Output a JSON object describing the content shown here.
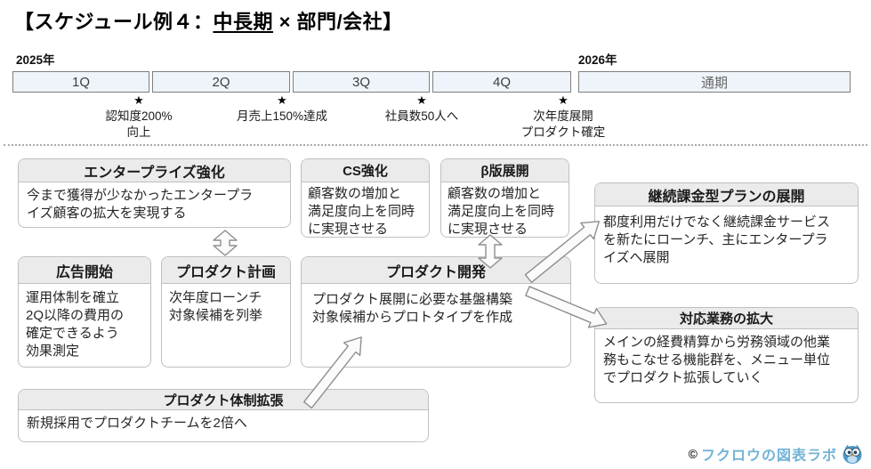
{
  "title": {
    "prefix": "【スケジュール例４：",
    "underlined": "中長期",
    "suffix": " × 部門/会社】"
  },
  "timeline": {
    "year_left": "2025年",
    "year_right": "2026年",
    "quarters": [
      {
        "label": "1Q"
      },
      {
        "label": "2Q"
      },
      {
        "label": "3Q"
      },
      {
        "label": "4Q"
      },
      {
        "label": "通期"
      }
    ]
  },
  "milestones": [
    {
      "star": "★",
      "label": "認知度200%\n向上"
    },
    {
      "star": "★",
      "label": "月売上150%達成"
    },
    {
      "star": "★",
      "label": "社員数50人へ"
    },
    {
      "star": "★",
      "label": "次年度展開\nプロダクト確定"
    }
  ],
  "boxes": {
    "enterprise": {
      "title": "エンタープライズ強化",
      "body": "今まで獲得が少なかったエンタープラ\nイズ顧客の拡大を実現する"
    },
    "cs": {
      "title": "CS強化",
      "body": "顧客数の増加と\n満足度向上を同時\nに実現させる"
    },
    "beta": {
      "title": "β版展開",
      "body": "顧客数の増加と\n満足度向上を同時\nに実現させる"
    },
    "subscription": {
      "title": "継続課金型プランの展開",
      "body": "都度利用だけでなく継続課金サービス\nを新たにローンチ、主にエンタープラ\nイズへ展開"
    },
    "ads": {
      "title": "広告開始",
      "body": "運用体制を確立\n2Q以降の費用の\n確定できるよう\n効果測定"
    },
    "plan": {
      "title": "プロダクト計画",
      "body": "次年度ローンチ\n対象候補を列挙"
    },
    "dev": {
      "title": "プロダクト開発",
      "body": "プロダクト展開に必要な基盤構築\n対象候補からプロトタイプを作成"
    },
    "expansion": {
      "title": "対応業務の拡大",
      "body": "メインの経費精算から労務領域の他業\n務もこなせる機能群を、メニュー単位\nでプロダクト拡張していく"
    },
    "team": {
      "title": "プロダクト体制拡張",
      "body": "新規採用でプロダクトチームを2倍へ"
    }
  },
  "footer": {
    "copyright_symbol": "©",
    "brand": "フクロウの図表ラボ",
    "logo_icon": "owl-icon"
  },
  "colors": {
    "timeline_fill": "#eff4fb",
    "timeline_border": "#7f7f7f",
    "card_border": "#c0c0c0",
    "card_header_fill": "#ebebeb",
    "arrow_fill": "#fbfbfb",
    "arrow_stroke": "#8f8f8f",
    "brand_blue": "#74b3d6"
  }
}
